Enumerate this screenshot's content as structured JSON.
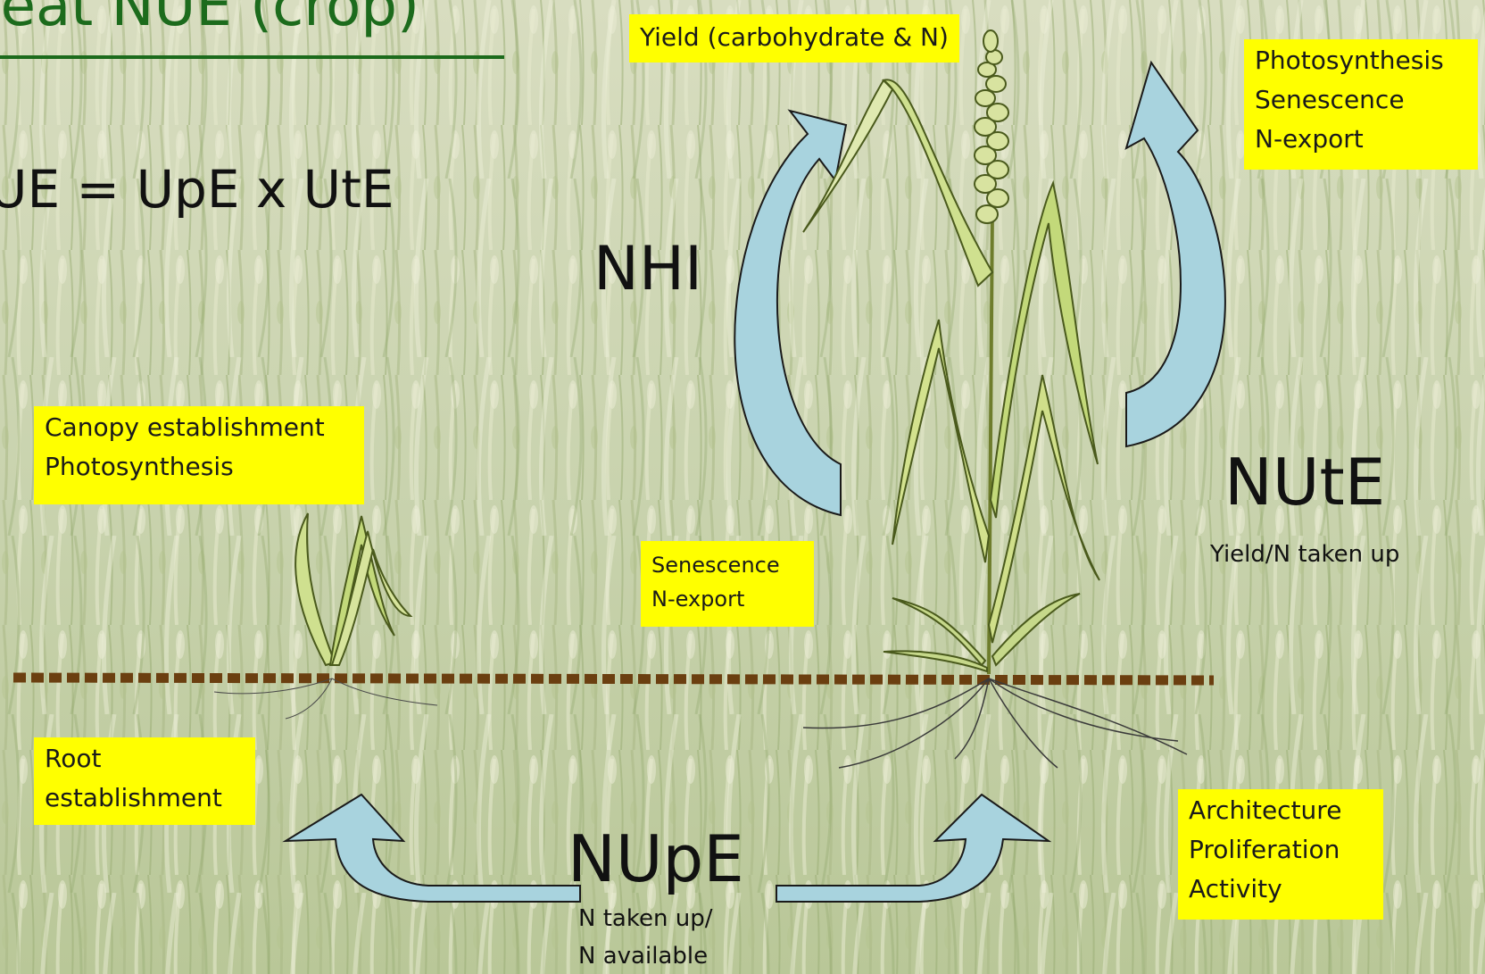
{
  "title": "heat NUE (crop)",
  "equation": "UE = UpE x UtE",
  "labels": {
    "nhi": "NHI",
    "nute": "NUtE",
    "nute_def": "Yield/N taken up",
    "nupe": "NUpE",
    "nupe_def": [
      "N taken up/",
      "N available"
    ]
  },
  "boxes": {
    "yield": "Yield (carbohydrate & N)",
    "top_right": [
      "Photosynthesis",
      "Senescence",
      "N-export"
    ],
    "canopy": [
      "Canopy establishment",
      "Photosynthesis"
    ],
    "senescence": [
      "Senescence",
      "N-export"
    ],
    "root": [
      "Root",
      "establishment"
    ],
    "architecture": [
      "Architecture",
      "Proliferation",
      "Activity"
    ]
  },
  "colors": {
    "highlight": "#ffff00",
    "title_green": "#1c6b1c",
    "arrow_fill": "#a8d3de",
    "ground_line": "#6b3f10",
    "leaf_fill": "#cfe08f"
  }
}
